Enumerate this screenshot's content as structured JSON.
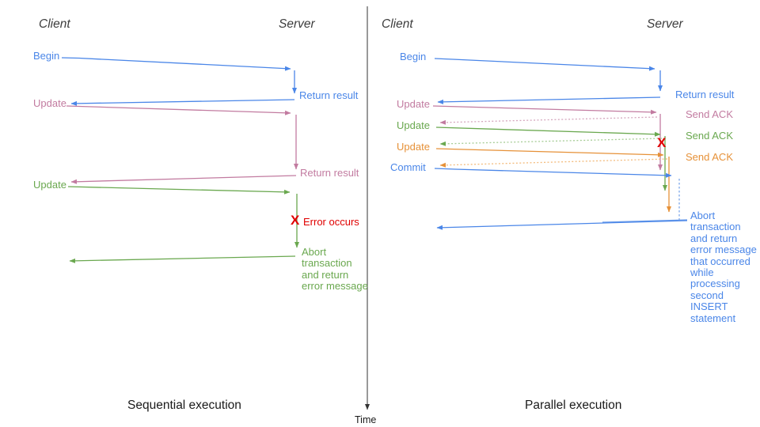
{
  "diagram": {
    "time_axis_label": "Time",
    "colors": {
      "blue": "#4a86e8",
      "pink": "#c27ba0",
      "green": "#6aa84f",
      "orange": "#e69138",
      "error_red": "#e00000",
      "axis": "#333333"
    },
    "left": {
      "caption": "Sequential execution",
      "client_header": "Client",
      "server_header": "Server",
      "labels": {
        "begin": "Begin",
        "return_result_1": "Return result",
        "update_1": "Update",
        "return_result_2": "Return result",
        "update_2": "Update",
        "error_x": "X",
        "error_occurs": "Error occurs",
        "abort": "Abort\ntransaction\nand return\nerror message"
      }
    },
    "right": {
      "caption": "Parallel execution",
      "client_header": "Client",
      "server_header": "Server",
      "labels": {
        "begin": "Begin",
        "return_result": "Return result",
        "update_1": "Update",
        "send_ack_1": "Send ACK",
        "update_2": "Update",
        "send_ack_2": "Send ACK",
        "update_3": "Update",
        "send_ack_3": "Send ACK",
        "commit": "Commit",
        "error_x": "X",
        "abort": "Abort\ntransaction\nand return\nerror message\nthat occurred\nwhile\nprocessing\nsecond\nINSERT\nstatement"
      }
    }
  }
}
